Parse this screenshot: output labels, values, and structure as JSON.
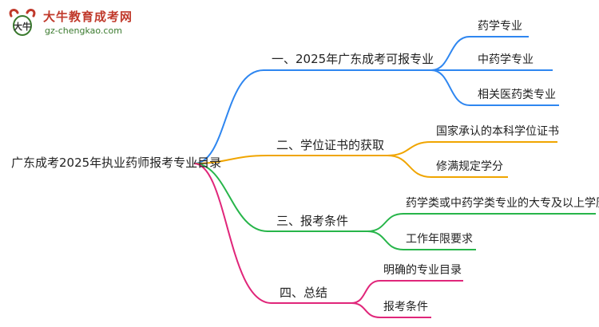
{
  "logo": {
    "glyph": "大牛",
    "title": "大牛教育成考网",
    "url": "gz-chengkao.com"
  },
  "root": {
    "label": "广东成考2025年执业药师报考专业目录"
  },
  "colors": {
    "blue": "#2e86f0",
    "orange": "#f0a500",
    "green": "#27b54a",
    "magenta": "#e0267a",
    "logo_red": "#c0392b",
    "logo_green": "#3a7a2e"
  },
  "branches": [
    {
      "label": "一、2025年广东成考可报专业",
      "color": "blue",
      "children": [
        "药学专业",
        "中药学专业",
        "相关医药类专业"
      ]
    },
    {
      "label": "二、学位证书的获取",
      "color": "orange",
      "children": [
        "国家承认的本科学位证书",
        "修满规定学分"
      ]
    },
    {
      "label": "三、报考条件",
      "color": "green",
      "children": [
        "药学类或中药学类专业的大专及以上学历",
        "工作年限要求"
      ]
    },
    {
      "label": "四、总结",
      "color": "magenta",
      "children": [
        "明确的专业目录",
        "报考条件"
      ]
    }
  ]
}
